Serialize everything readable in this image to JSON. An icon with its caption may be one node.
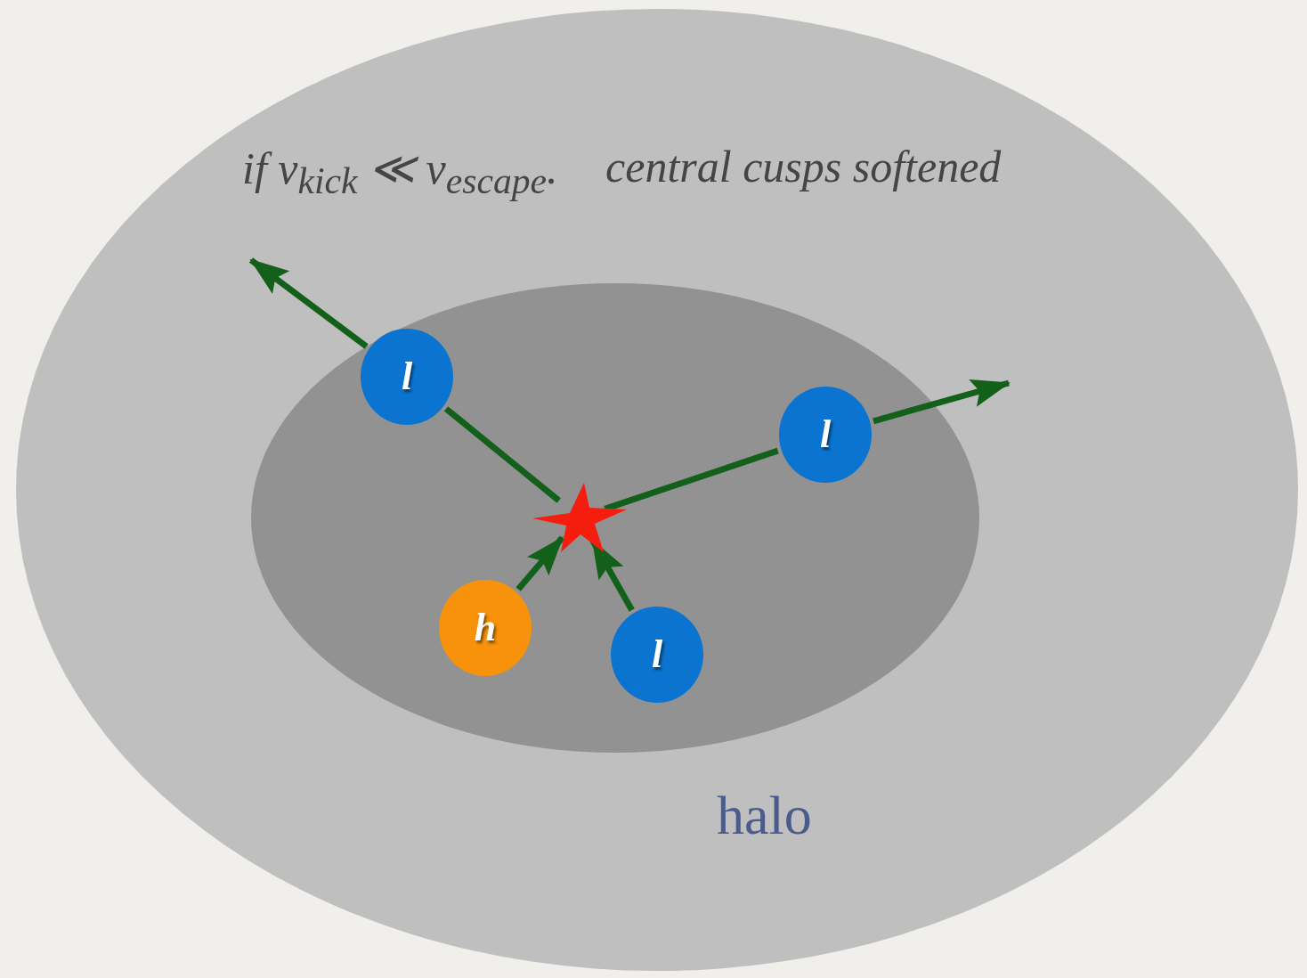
{
  "diagram": {
    "nodes": [
      {
        "text": [
          "halo"
        ]
      },
      {
        "text": [],
        "shape": "ellipse",
        "in": 0
      },
      {
        "text": [
          "l"
        ],
        "in": 1
      },
      {
        "text": [
          "l"
        ],
        "in": 1
      },
      {
        "text": [],
        "shape": "star",
        "in": 1
      },
      {
        "text": [
          "h"
        ],
        "in": 1
      },
      {
        "text": [
          "l"
        ],
        "in": 1
      }
    ],
    "edges": [
      {
        "from": 4,
        "to": 2,
        "arrow": "none"
      },
      {
        "from": 2,
        "to": null,
        "arrow": "to"
      },
      {
        "from": 4,
        "to": 3,
        "arrow": "none"
      },
      {
        "from": 3,
        "to": null,
        "arrow": "to"
      },
      {
        "from": 5,
        "to": 4,
        "arrow": "to"
      },
      {
        "from": 6,
        "to": 4,
        "arrow": "to"
      }
    ],
    "labels": [
      "if v$_{kick}$ ≪ v$_{escape}$.",
      "central cusps softened"
    ]
  }
}
